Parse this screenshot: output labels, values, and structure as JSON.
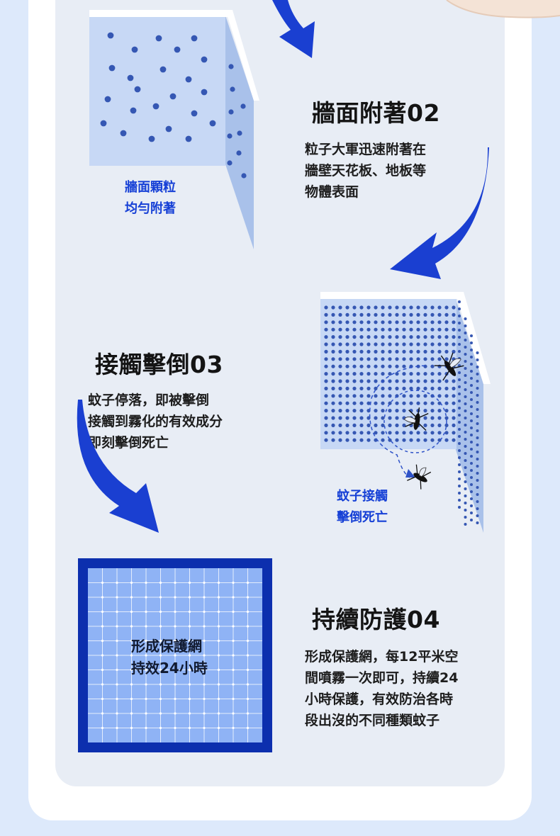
{
  "steps": [
    {
      "title": "牆面附著02",
      "lines": [
        "粒子大軍迅速附著在",
        "牆壁天花板、地板等",
        "物體表面"
      ],
      "label_lines": [
        "牆面顆粒",
        "均勻附著"
      ]
    },
    {
      "title": "接觸擊倒03",
      "lines": [
        "蚊子停落，即被擊倒",
        "接觸到霧化的有效成分",
        "即刻擊倒死亡"
      ],
      "label_lines": [
        "蚊子接觸",
        "擊倒死亡"
      ]
    },
    {
      "title": "持續防護04",
      "lines": [
        "形成保護網，每12平米空",
        "間噴霧一次即可，持續24",
        "小時保護，有效防治各時",
        "段出沒的不同種類蚊子"
      ],
      "label_lines": [
        "形成保護網",
        "持效24小時"
      ]
    }
  ],
  "colors": {
    "page_background": "#dde9fb",
    "panel": "#e8edf5",
    "accent_blue": "#1640d6",
    "dot_blue": "#3557b3",
    "net_frame": "#0c2fae",
    "net_fill": "#8fb3f5"
  }
}
